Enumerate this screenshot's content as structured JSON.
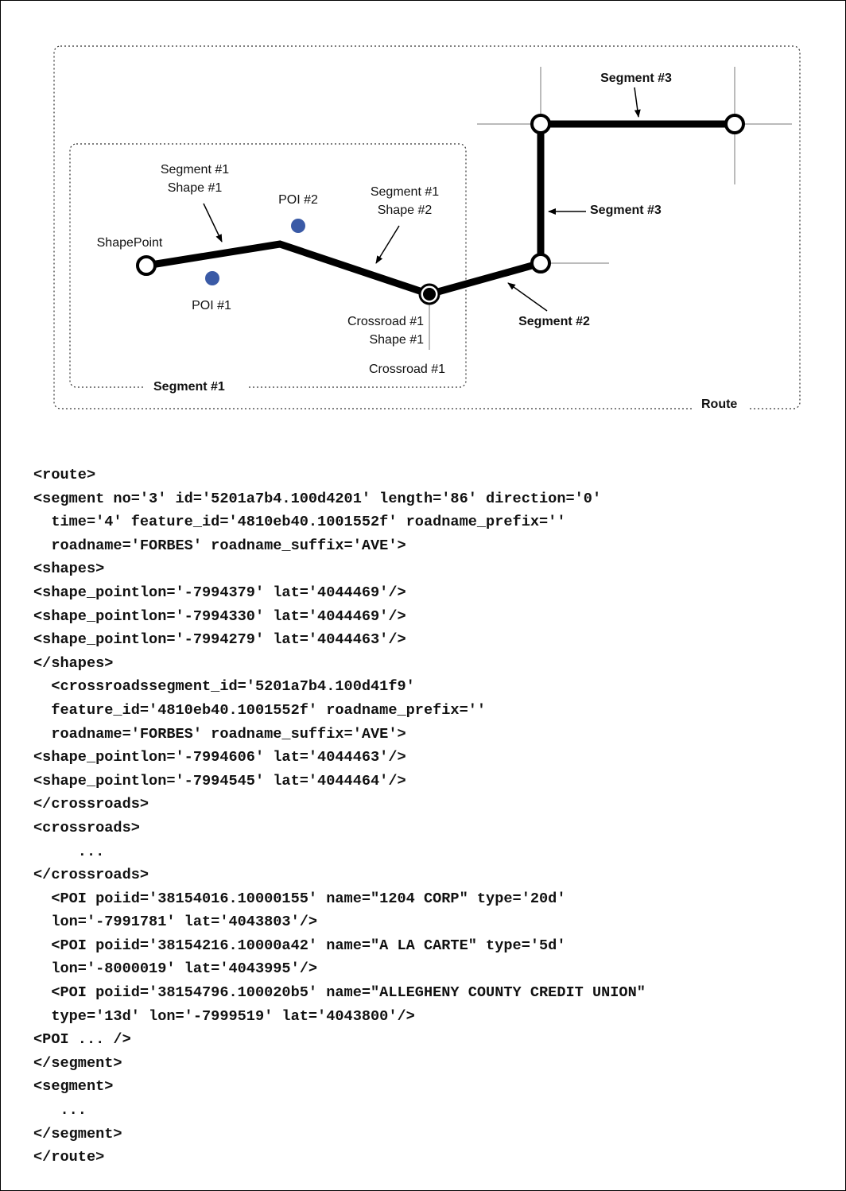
{
  "diagram": {
    "labels": {
      "seg1_shape1_line1": "Segment #1",
      "seg1_shape1_line2": "Shape #1",
      "poi2": "POI #2",
      "seg1_shape2_line1": "Segment #1",
      "seg1_shape2_line2": "Shape #2",
      "shapepoint": "ShapePoint",
      "poi1": "POI #1",
      "crossroad1_shape1_line1": "Crossroad #1",
      "crossroad1_shape1_line2": "Shape #1",
      "crossroad1": "Crossroad #1",
      "segment1_box": "Segment #1",
      "segment2": "Segment #2",
      "segment3_top": "Segment #3",
      "segment3_side": "Segment #3",
      "route_box": "Route"
    },
    "colors": {
      "route_line": "#000000",
      "poi": "#3a5aa6",
      "crossroad_stub": "#bbbbbb"
    }
  },
  "code_lines": [
    "<route>",
    "<segment no='3' id='5201a7b4.100d4201' length='86' direction='0'",
    "  time='4' feature_id='4810eb40.1001552f' roadname_prefix=''",
    "  roadname='FORBES' roadname_suffix='AVE'>",
    "<shapes>",
    "<shape_pointlon='-7994379' lat='4044469'/>",
    "<shape_pointlon='-7994330' lat='4044469'/>",
    "<shape_pointlon='-7994279' lat='4044463'/>",
    "</shapes>",
    "  <crossroadssegment_id='5201a7b4.100d41f9'",
    "  feature_id='4810eb40.1001552f' roadname_prefix=''",
    "  roadname='FORBES' roadname_suffix='AVE'>",
    "<shape_pointlon='-7994606' lat='4044463'/>",
    "<shape_pointlon='-7994545' lat='4044464'/>",
    "</crossroads>",
    "<crossroads>",
    "     ...",
    "</crossroads>",
    "  <POI poiid='38154016.10000155' name=\"1204 CORP\" type='20d'",
    "  lon='-7991781' lat='4043803'/>",
    "  <POI poiid='38154216.10000a42' name=\"A LA CARTE\" type='5d'",
    "  lon='-8000019' lat='4043995'/>",
    "  <POI poiid='38154796.100020b5' name=\"ALLEGHENY COUNTY CREDIT UNION\"",
    "  type='13d' lon='-7999519' lat='4043800'/>",
    "<POI ... />",
    "</segment>",
    "<segment>",
    "   ...",
    "</segment>",
    "</route>"
  ]
}
